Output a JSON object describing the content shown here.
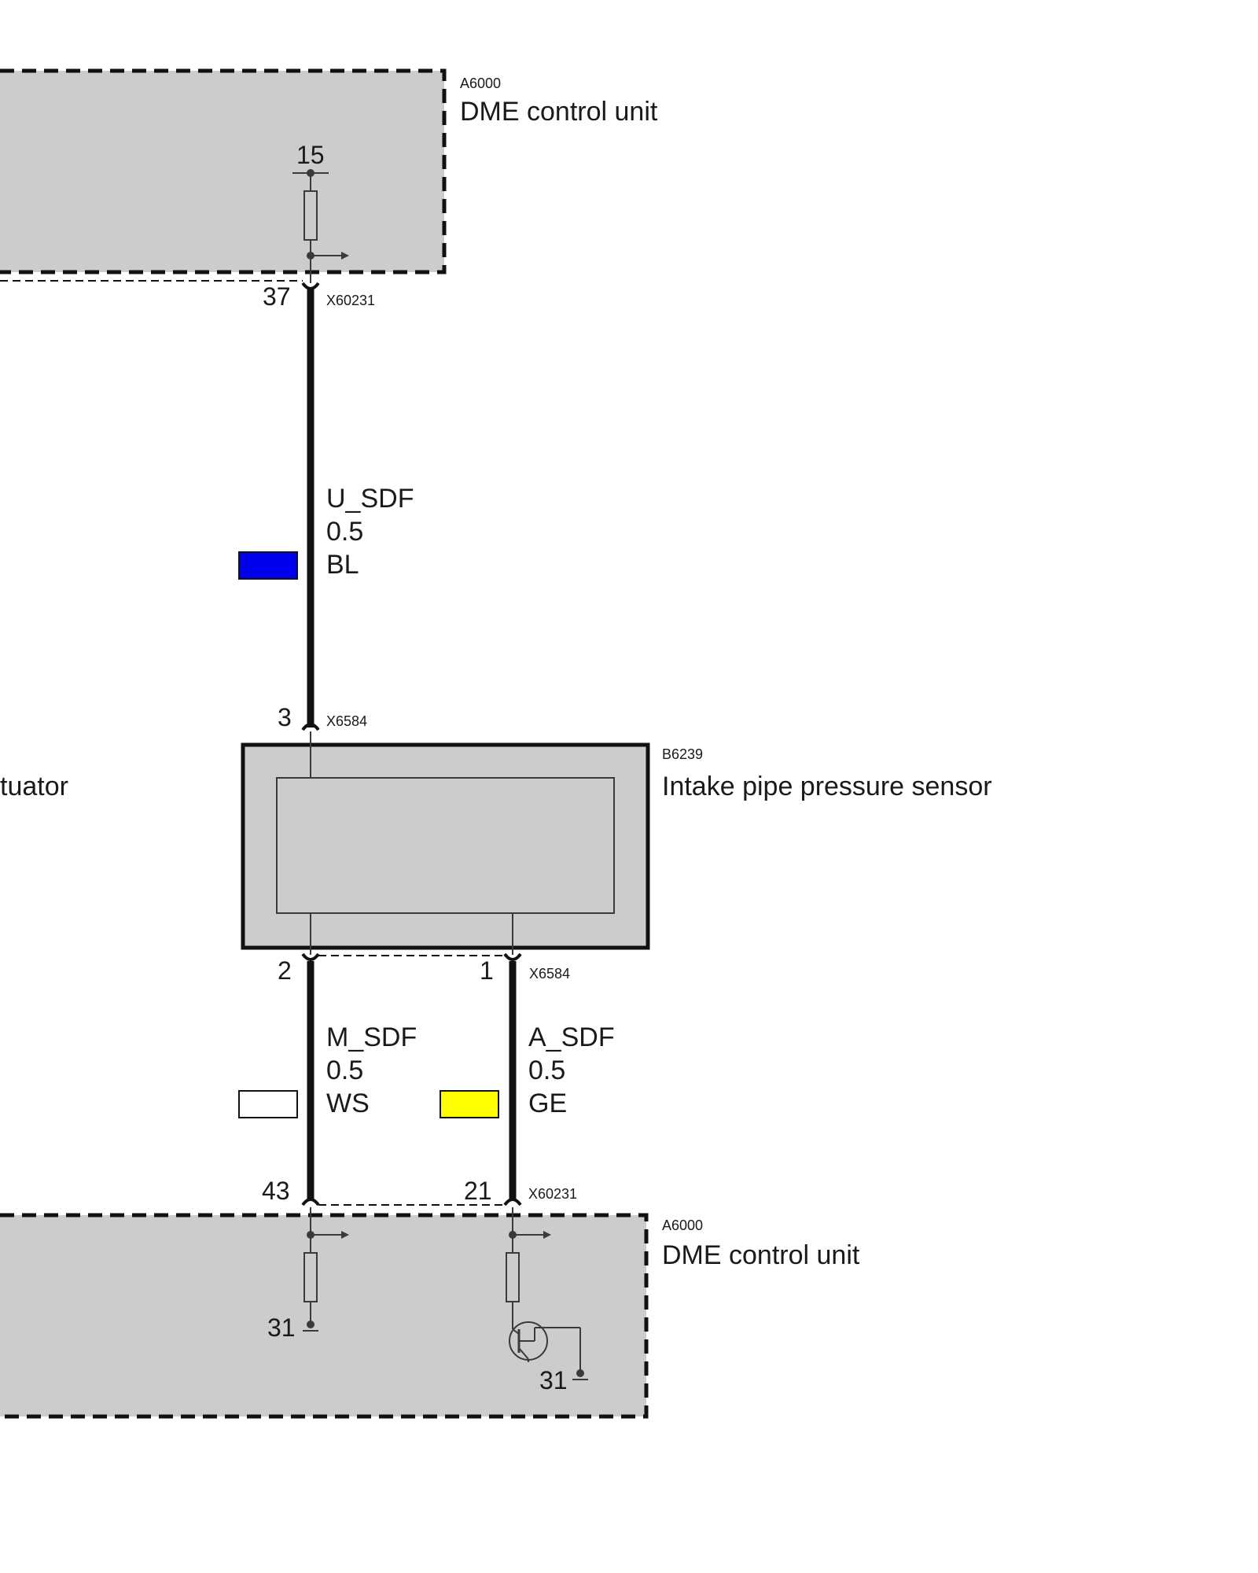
{
  "top_unit": {
    "code": "A6000",
    "name": "DME control unit",
    "terminal": "15"
  },
  "top_connector": {
    "pin": "37",
    "code": "X60231"
  },
  "wire_u": {
    "signal": "U_SDF",
    "size": "0.5",
    "color_code": "BL",
    "color": "#0000ee"
  },
  "sensor_connector_top": {
    "pin": "3",
    "code": "X6584"
  },
  "sensor": {
    "code": "B6239",
    "name": "Intake pipe pressure sensor"
  },
  "left_cut_label": "tuator",
  "sensor_connector_bottom": {
    "pin_left": "2",
    "pin_right": "1",
    "code": "X6584"
  },
  "wire_m": {
    "signal": "M_SDF",
    "size": "0.5",
    "color_code": "WS",
    "color": "#ffffff"
  },
  "wire_a": {
    "signal": "A_SDF",
    "size": "0.5",
    "color_code": "GE",
    "color": "#ffff00"
  },
  "bottom_connector": {
    "pin_left": "43",
    "pin_right": "21",
    "code": "X60231"
  },
  "bottom_unit": {
    "code": "A6000",
    "name": "DME control unit",
    "ground_left": "31",
    "ground_right": "31"
  }
}
